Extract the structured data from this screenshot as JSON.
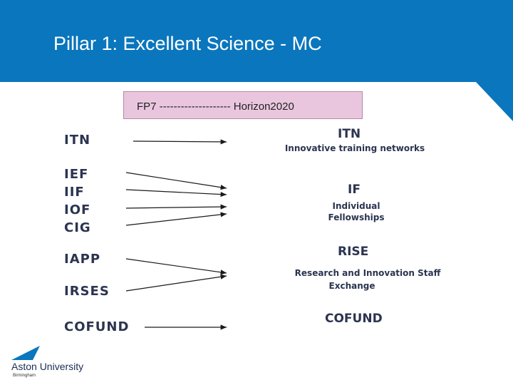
{
  "slide": {
    "title": "Pillar 1: Excellent Science - MC",
    "comparison": "FP7 -------------------- Horizon2020"
  },
  "fp7_schemes": {
    "itn": "ITN",
    "ief": "IEF",
    "iif": "IIF",
    "iof": "IOF",
    "cig": "CIG",
    "iapp": "IAPP",
    "irses": "IRSES",
    "cofund": "COFUND"
  },
  "h2020_schemes": {
    "itn": {
      "acronym": "ITN",
      "name": "Innovative training networks"
    },
    "if": {
      "acronym": "IF",
      "name_line1": "Individual",
      "name_line2": "Fellowships"
    },
    "rise": {
      "acronym": "RISE",
      "name_line1": "Research and Innovation Staff",
      "name_line2": "Exchange"
    },
    "cofund": {
      "acronym": "COFUND"
    }
  },
  "logo": {
    "name": "Aston University",
    "subtitle": "Birmingham"
  },
  "colors": {
    "header": "#0a76bd",
    "comparison_box": "#e9c6de",
    "label_text": "#2b3450"
  }
}
